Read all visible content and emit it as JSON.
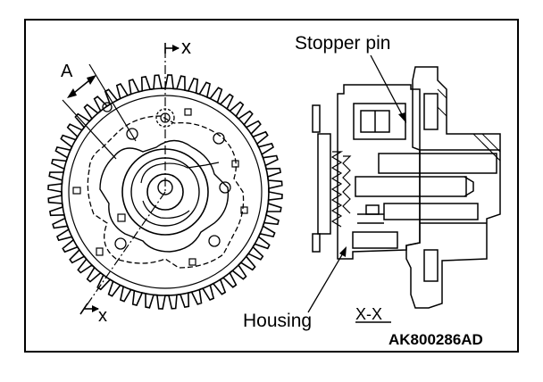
{
  "labels": {
    "dimension": "A",
    "section_top": "x",
    "section_bottom": "x",
    "stopper_pin": "Stopper pin",
    "housing": "Housing",
    "section_view": "X-X",
    "reference": "AK800286AD"
  },
  "colors": {
    "line": "#000000",
    "background": "#ffffff"
  }
}
